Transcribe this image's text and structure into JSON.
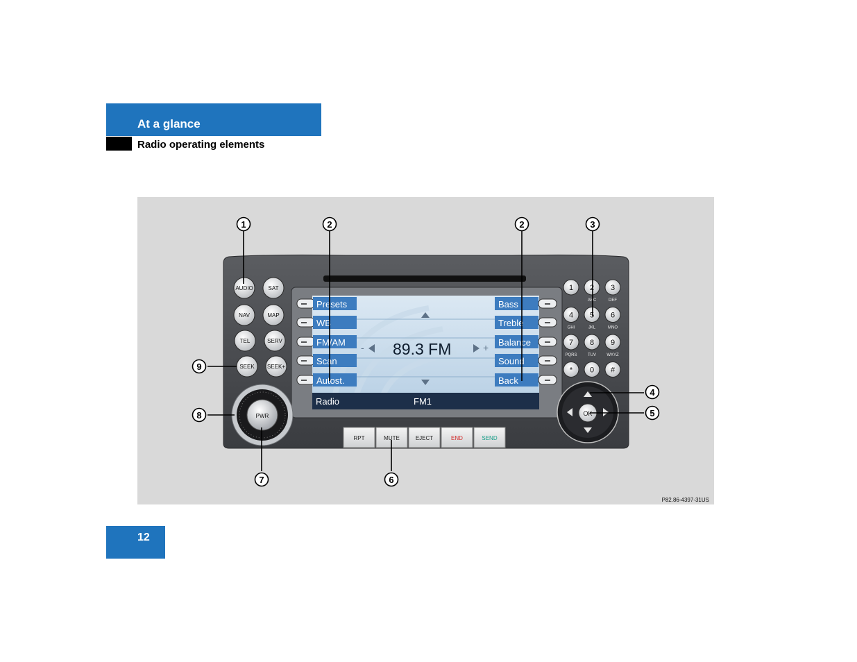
{
  "header": {
    "section": "At a glance",
    "subsection": "Radio operating elements"
  },
  "page_number": "12",
  "figure": {
    "code": "P82.86-4397-31US",
    "left_buttons": [
      "AUDIO",
      "SAT",
      "NAV",
      "MAP",
      "TEL",
      "SERV",
      "SEEK",
      "SEEK+"
    ],
    "power_label": "PWR",
    "display": {
      "left_menu": [
        "Presets",
        "WB",
        "FM/AM",
        "Scan",
        "Autost."
      ],
      "right_menu": [
        "Bass",
        "Treble",
        "Balance",
        "Sound",
        "Back"
      ],
      "frequency": "89.3 FM",
      "minus": "-",
      "plus": "+",
      "status_left": "Radio",
      "status_center": "FM1"
    },
    "bottom_buttons": [
      {
        "label": "RPT",
        "color": "#222222"
      },
      {
        "label": "MUTE",
        "color": "#222222"
      },
      {
        "label": "EJECT",
        "color": "#222222"
      },
      {
        "label": "END",
        "color": "#d42a2a"
      },
      {
        "label": "SEND",
        "color": "#1aa08a"
      }
    ],
    "keypad": [
      {
        "digit": "1",
        "letters": ""
      },
      {
        "digit": "2",
        "letters": "ABC"
      },
      {
        "digit": "3",
        "letters": "DEF"
      },
      {
        "digit": "4",
        "letters": "GHI"
      },
      {
        "digit": "5",
        "letters": "JKL"
      },
      {
        "digit": "6",
        "letters": "MNO"
      },
      {
        "digit": "7",
        "letters": "PQRS"
      },
      {
        "digit": "8",
        "letters": "TUV"
      },
      {
        "digit": "9",
        "letters": "WXYZ"
      },
      {
        "digit": "*",
        "letters": ""
      },
      {
        "digit": "0",
        "letters": ""
      },
      {
        "digit": "#",
        "letters": ""
      }
    ],
    "ok_label": "OK",
    "callouts": [
      "1",
      "2",
      "2",
      "3",
      "4",
      "5",
      "6",
      "7",
      "8",
      "9"
    ]
  }
}
